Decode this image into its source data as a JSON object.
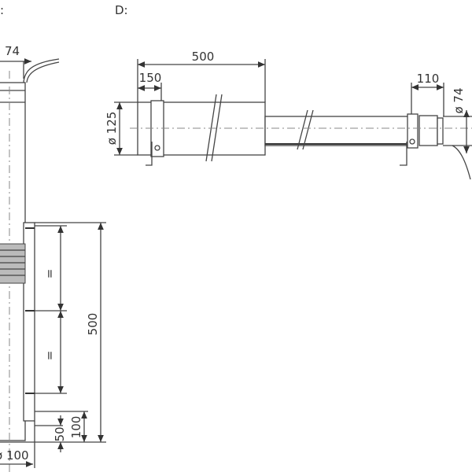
{
  "labels": {
    "view_c": ":",
    "view_d": "D:",
    "c_dim_top": "74",
    "c_dim_height": "500",
    "c_equal_1": "=",
    "c_equal_2": "=",
    "c_dim_100": "100",
    "c_dim_50": "50",
    "c_dim_diam": "ø 100",
    "d_dim_length": "500",
    "d_dim_150": "150",
    "d_dim_diam_125": "ø 125",
    "d_dim_110": "110",
    "d_dim_diam_74": "ø 74"
  }
}
